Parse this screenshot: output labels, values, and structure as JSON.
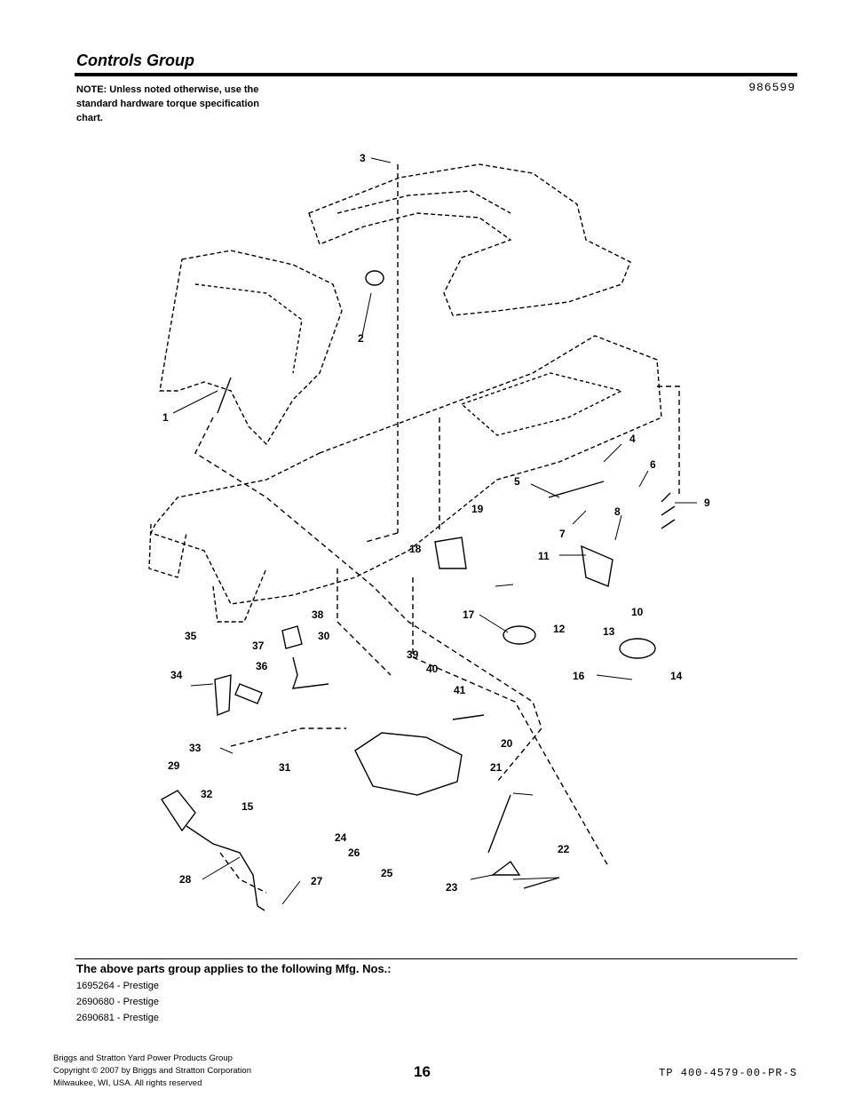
{
  "header": {
    "title": "Controls Group",
    "note": "NOTE: Unless noted otherwise, use the standard hardware torque specification chart.",
    "part_number": "986599"
  },
  "diagram": {
    "callouts": [
      "1",
      "2",
      "3",
      "4",
      "5",
      "6",
      "7",
      "8",
      "9",
      "10",
      "11",
      "12",
      "13",
      "14",
      "15",
      "16",
      "17",
      "18",
      "19",
      "20",
      "21",
      "22",
      "23",
      "24",
      "25",
      "26",
      "27",
      "28",
      "29",
      "30",
      "31",
      "32",
      "33",
      "34",
      "35",
      "36",
      "37",
      "38",
      "39",
      "40",
      "41"
    ]
  },
  "footer": {
    "applies_heading": "The above parts group applies to the following Mfg. Nos.:",
    "mfg_numbers": [
      "1695264 - Prestige",
      "2690680 - Prestige",
      "2690681 - Prestige"
    ],
    "copyright_lines": [
      "Briggs and Stratton Yard Power Products Group",
      "Copyright ©  2007 by Briggs and Stratton Corporation",
      "Milwaukee, WI, USA. All rights reserved"
    ],
    "page_number": "16",
    "doc_code": "TP 400-4579-00-PR-S"
  }
}
